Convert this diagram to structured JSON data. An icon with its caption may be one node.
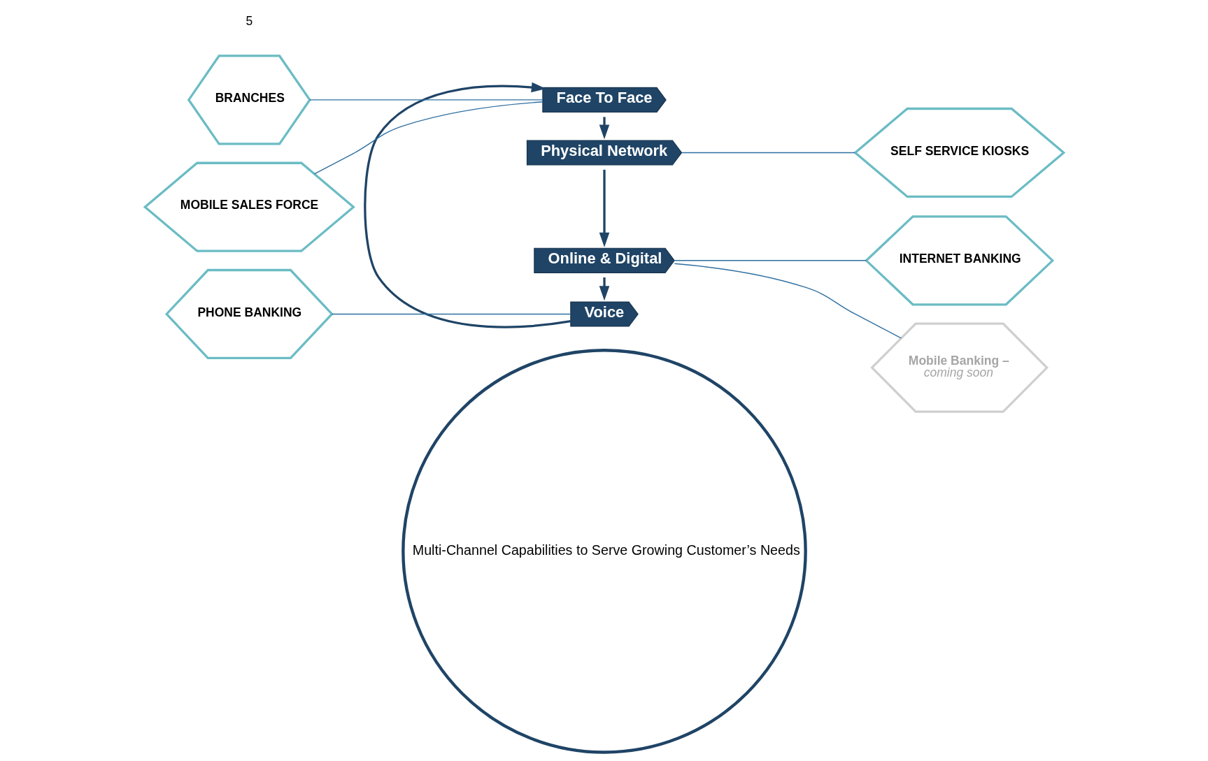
{
  "diagram": {
    "nodes": [
      {
        "text": [
          "Multi-Channel Capabilities to Serve Growing Customer’s Needs"
        ]
      },
      {
        "text": [
          "Face To Face"
        ]
      },
      {
        "text": [
          "Physical Network"
        ]
      },
      {
        "text": [
          "Online & Digital"
        ]
      },
      {
        "text": [
          "Voice"
        ]
      },
      {
        "text": [
          "BRANCHES"
        ]
      },
      {
        "text": [
          "MOBILE SALES FORCE"
        ]
      },
      {
        "text": [
          "PHONE BANKING"
        ]
      },
      {
        "text": [
          "SELF SERVICE KIOSKS"
        ]
      },
      {
        "text": [
          "INTERNET BANKING"
        ]
      },
      {
        "text": [
          "Mobile Banking –",
          "coming soon"
        ]
      }
    ],
    "edges": [
      {
        "from": 1,
        "to": 2,
        "arrow": "to"
      },
      {
        "from": 2,
        "to": 3,
        "arrow": "to"
      },
      {
        "from": 3,
        "to": 4,
        "arrow": "to"
      },
      {
        "from": 4,
        "to": 1,
        "arrow": "to"
      },
      {
        "from": 5,
        "to": 1,
        "arrow": "none"
      },
      {
        "from": 6,
        "to": 1,
        "arrow": "none"
      },
      {
        "from": 7,
        "to": 4,
        "arrow": "none"
      },
      {
        "from": 2,
        "to": 8,
        "arrow": "none"
      },
      {
        "from": 3,
        "to": 9,
        "arrow": "none"
      },
      {
        "from": 3,
        "to": 10,
        "arrow": "none"
      }
    ],
    "labels": [
      "5"
    ]
  }
}
